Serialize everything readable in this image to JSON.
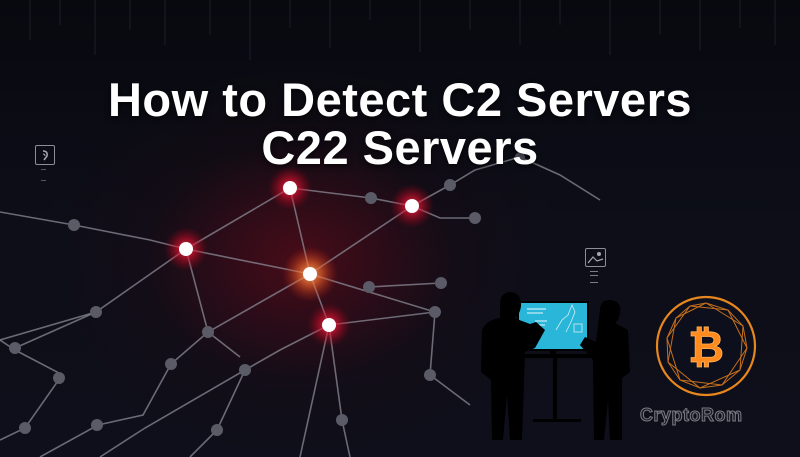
{
  "headline": {
    "line1": "How to Detect C2 Servers",
    "line2": "C22 Servers"
  },
  "logo": {
    "text": "CryptoRom",
    "symbol": "bitcoin-icon",
    "ring_color": "#e8871e"
  },
  "icons": [
    {
      "name": "audio-icon",
      "glyph": "ʾ"
    },
    {
      "name": "image-placeholder-icon",
      "glyph": "⛰"
    }
  ],
  "colors": {
    "background": "#0b0c14",
    "node_hot": "#ff1a3c",
    "node_core": "#ff8a3c",
    "node_idle": "#5a5b66",
    "edge": "#8a8a96",
    "screen": "#2ab6d8"
  }
}
